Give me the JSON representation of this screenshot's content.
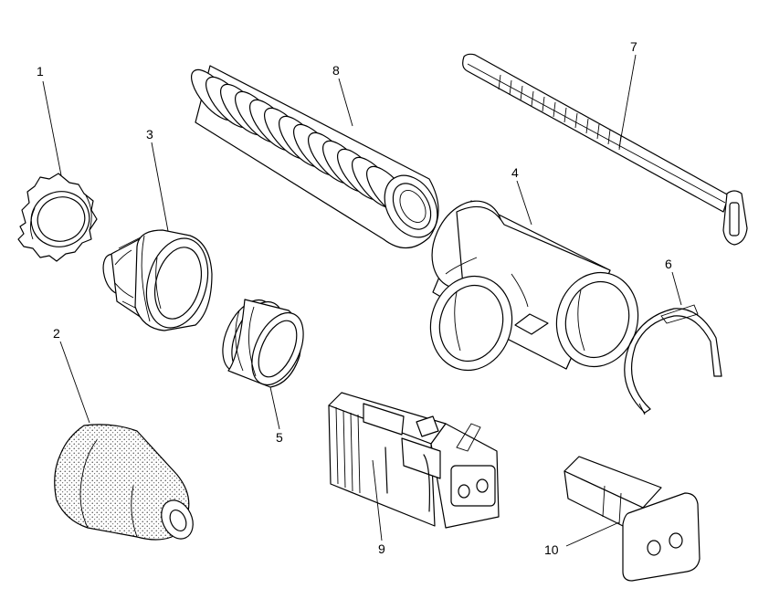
{
  "figure": {
    "background": "#ffffff",
    "line_color": "#000000",
    "parts": [
      {
        "id": "locknut",
        "callout": "1"
      },
      {
        "id": "boot",
        "callout": "2"
      },
      {
        "id": "adapter",
        "callout": "3"
      },
      {
        "id": "tee",
        "callout": "4"
      },
      {
        "id": "grommet",
        "callout": "5"
      },
      {
        "id": "clip",
        "callout": "6"
      },
      {
        "id": "cable-tie",
        "callout": "7"
      },
      {
        "id": "convoluted-tubing",
        "callout": "8"
      },
      {
        "id": "receptacle-connector",
        "callout": "9"
      },
      {
        "id": "wedge-lock",
        "callout": "10"
      }
    ]
  }
}
